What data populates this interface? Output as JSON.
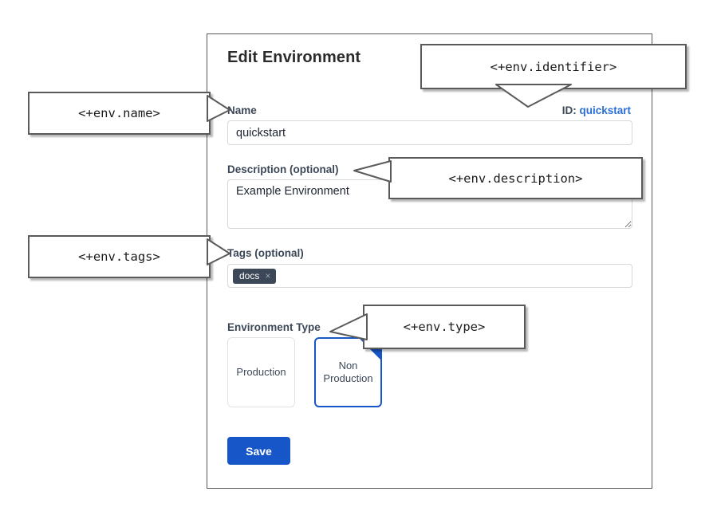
{
  "panel": {
    "title": "Edit Environment",
    "identifier": {
      "prefix": "ID:",
      "value": "quickstart"
    },
    "fields": {
      "name": {
        "label": "Name",
        "value": "quickstart",
        "placeholder": ""
      },
      "description": {
        "label": "Description (optional)",
        "value": "Example Environment",
        "placeholder": ""
      },
      "tags": {
        "label": "Tags (optional)",
        "chips": [
          {
            "label": "docs",
            "remove_icon": "×"
          }
        ],
        "placeholder": ""
      },
      "environment_type": {
        "label": "Environment Type",
        "options": [
          {
            "label": "Production",
            "selected": false
          },
          {
            "label": "Non\nProduction",
            "line1": "Non",
            "line2": "Production",
            "selected": true
          }
        ],
        "selected_check_icon": "check-icon"
      }
    },
    "save_label": "Save"
  },
  "callouts": {
    "name": "<+env.name>",
    "identifier": "<+env.identifier>",
    "description": "<+env.description>",
    "tags": "<+env.tags>",
    "type": "<+env.type>"
  },
  "colors": {
    "accent_blue": "#1656c8",
    "link_blue": "#2a6fd6",
    "label_slate": "#3c4858",
    "chip_bg": "#3c4858",
    "panel_border": "#585858",
    "callout_border": "#5a5a5a"
  }
}
